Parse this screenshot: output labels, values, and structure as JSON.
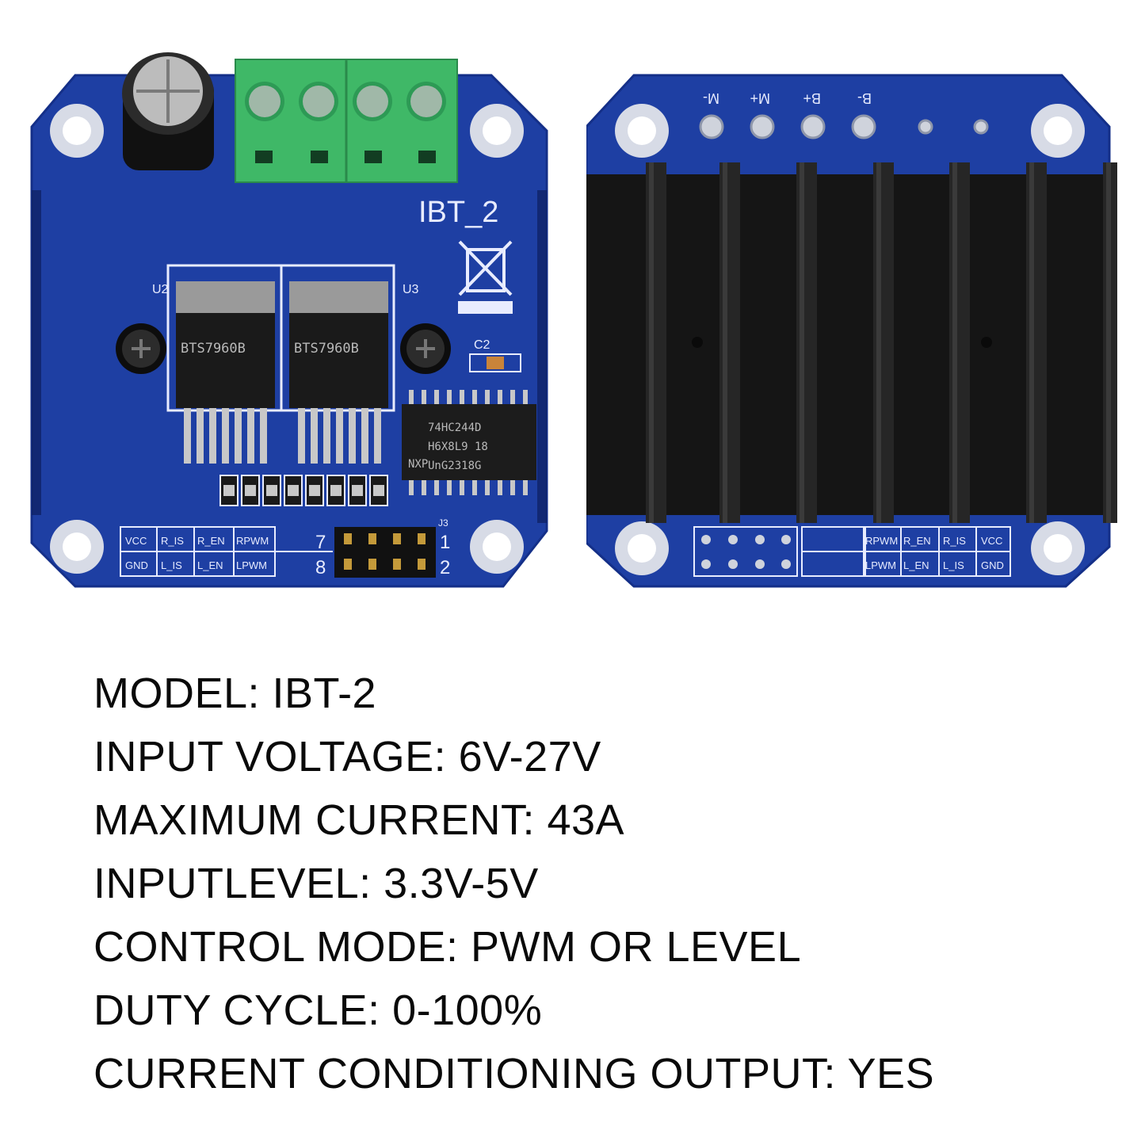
{
  "colors": {
    "pcb_blue": "#1e3fa3",
    "pcb_dark": "#112a7c",
    "terminal_green": "#3fb867",
    "heatsink_black": "#151515",
    "silkscreen": "#e8ecff",
    "text": "#0a0a0a"
  },
  "front_board": {
    "title": "IBT_2",
    "u2": "U2",
    "u3": "U3",
    "ic_left_text": "BTS7960B",
    "ic_right_text": "BTS7960B",
    "logic_ic_lines": [
      "74HC244D",
      "H6X8L9 18",
      "UnG2318G"
    ],
    "logic_ic_brand": "NXP",
    "c2": "C2",
    "j3": "J3",
    "header_pin_labels": [
      "7",
      "8",
      "1",
      "2"
    ],
    "pin_labels_top": [
      "VCC",
      "R_IS",
      "R_EN",
      "RPWM"
    ],
    "pin_labels_bottom": [
      "GND",
      "L_IS",
      "L_EN",
      "LPWM"
    ]
  },
  "back_board": {
    "terminal_labels": [
      "M-",
      "M+",
      "B+",
      "B-"
    ],
    "pin_labels_top": [
      "RPWM",
      "R_EN",
      "R_IS",
      "VCC"
    ],
    "pin_labels_bottom": [
      "LPWM",
      "L_EN",
      "L_IS",
      "GND"
    ]
  },
  "specs": [
    "MODEL: IBT-2",
    "INPUT VOLTAGE: 6V-27V",
    "MAXIMUM CURRENT: 43A",
    "INPUTLEVEL: 3.3V-5V",
    "CONTROL MODE: PWM OR LEVEL",
    "DUTY CYCLE: 0-100%",
    "CURRENT CONDITIONING OUTPUT: YES"
  ]
}
